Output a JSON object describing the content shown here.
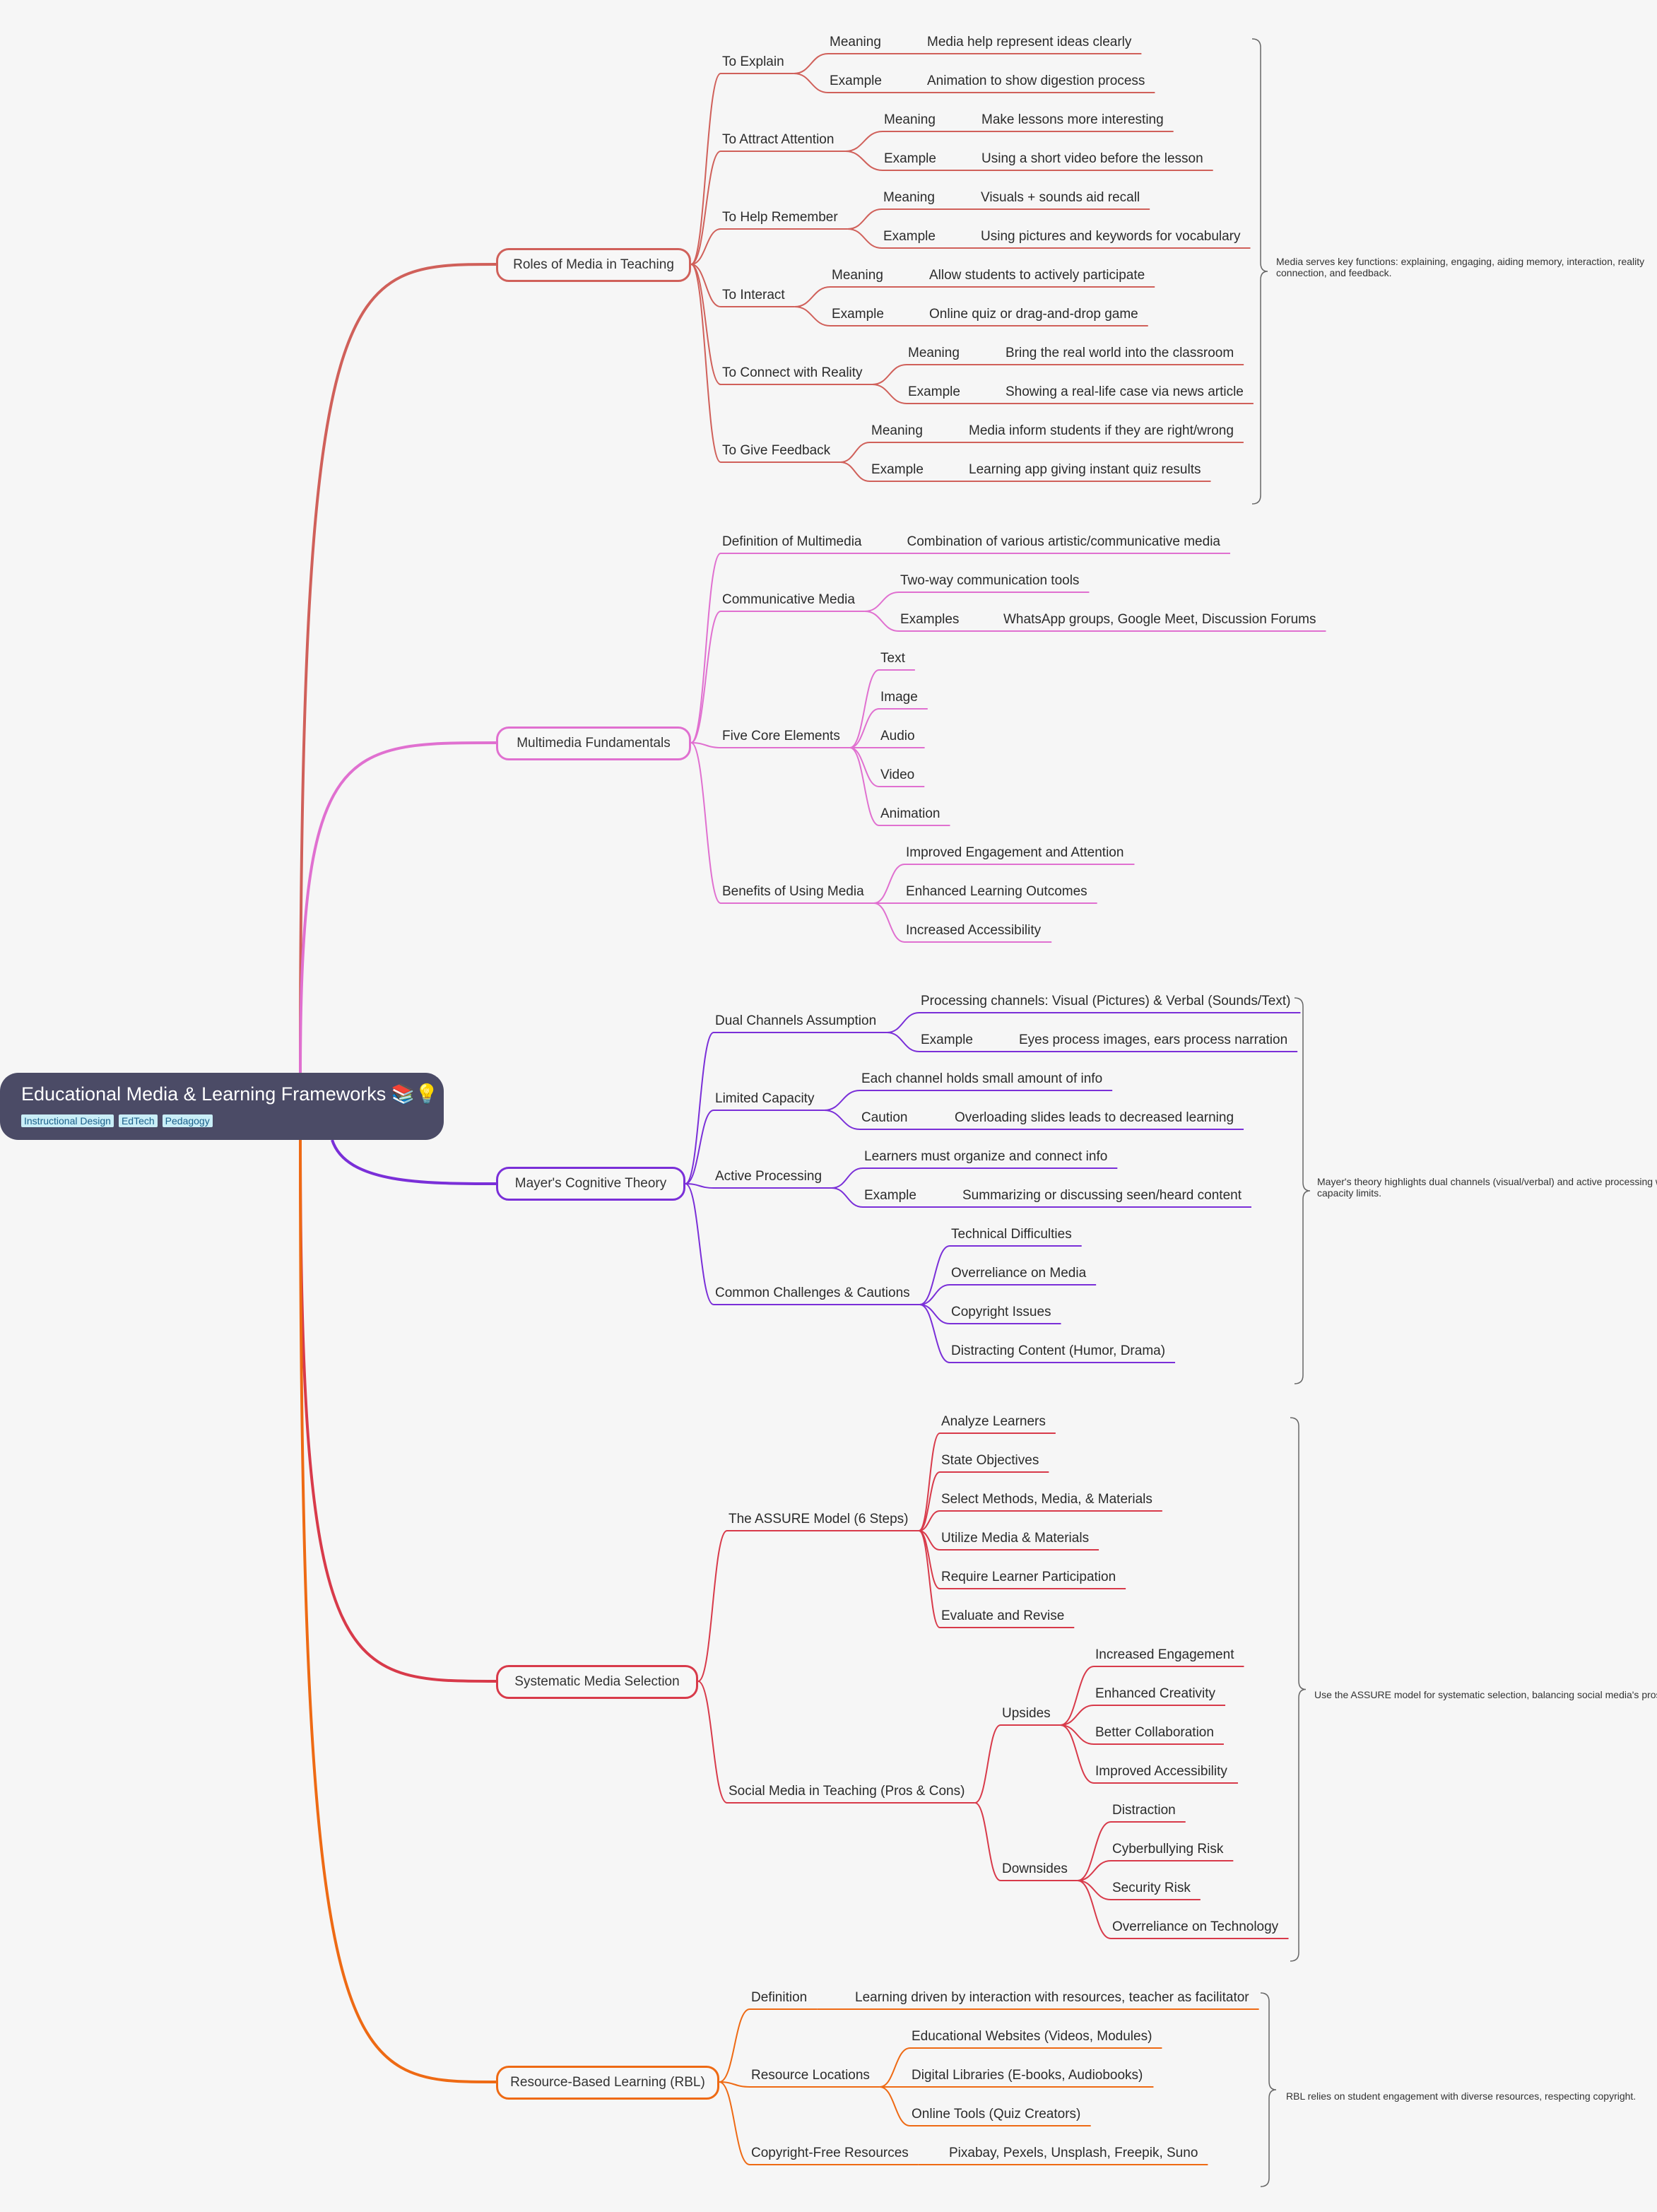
{
  "root": {
    "title": "Educational Media & Learning Frameworks 📚💡",
    "tags": [
      "Instructional Design",
      "EdTech",
      "Pedagogy"
    ]
  },
  "colors": {
    "roles": "#d0605a",
    "multimedia": "#e070d0",
    "mayer": "#7a2fd8",
    "systematic": "#d83a4a",
    "rbl": "#ee6a14"
  },
  "branches": [
    {
      "label": "Roles of Media in Teaching",
      "summary": "Media serves key functions: explaining, engaging, aiding memory, interaction, reality connection, and feedback.",
      "children": [
        {
          "label": "To Explain",
          "children": [
            {
              "label": "Meaning",
              "value": "Media help represent ideas clearly"
            },
            {
              "label": "Example",
              "value": "Animation to show digestion process"
            }
          ]
        },
        {
          "label": "To Attract Attention",
          "children": [
            {
              "label": "Meaning",
              "value": "Make lessons more interesting"
            },
            {
              "label": "Example",
              "value": "Using a short video before the lesson"
            }
          ]
        },
        {
          "label": "To Help Remember",
          "children": [
            {
              "label": "Meaning",
              "value": "Visuals + sounds aid recall"
            },
            {
              "label": "Example",
              "value": "Using pictures and keywords for vocabulary"
            }
          ]
        },
        {
          "label": "To Interact",
          "children": [
            {
              "label": "Meaning",
              "value": "Allow students to actively participate"
            },
            {
              "label": "Example",
              "value": "Online quiz or drag-and-drop game"
            }
          ]
        },
        {
          "label": "To Connect with Reality",
          "children": [
            {
              "label": "Meaning",
              "value": "Bring the real world into the classroom"
            },
            {
              "label": "Example",
              "value": "Showing a real-life case via news article"
            }
          ]
        },
        {
          "label": "To Give Feedback",
          "children": [
            {
              "label": "Meaning",
              "value": "Media inform students if they are right/wrong"
            },
            {
              "label": "Example",
              "value": "Learning app giving instant quiz results"
            }
          ]
        }
      ]
    },
    {
      "label": "Multimedia Fundamentals",
      "children": [
        {
          "label": "Definition of Multimedia",
          "children": [
            {
              "label": "Combination of various artistic/communicative media"
            }
          ]
        },
        {
          "label": "Communicative Media",
          "children": [
            {
              "label": "Two-way communication tools"
            },
            {
              "label": "Examples",
              "value": "WhatsApp groups, Google Meet, Discussion Forums"
            }
          ]
        },
        {
          "label": "Five Core Elements",
          "children": [
            {
              "label": "Text"
            },
            {
              "label": "Image"
            },
            {
              "label": "Audio"
            },
            {
              "label": "Video"
            },
            {
              "label": "Animation"
            }
          ]
        },
        {
          "label": "Benefits of Using Media",
          "children": [
            {
              "label": "Improved Engagement and Attention"
            },
            {
              "label": "Enhanced Learning Outcomes"
            },
            {
              "label": "Increased Accessibility"
            }
          ]
        }
      ]
    },
    {
      "label": "Mayer's Cognitive Theory",
      "summary": "Mayer's theory highlights dual channels (visual/verbal) and active processing within capacity limits.",
      "children": [
        {
          "label": "Dual Channels Assumption",
          "children": [
            {
              "label": "Processing channels: Visual (Pictures) & Verbal (Sounds/Text)"
            },
            {
              "label": "Example",
              "value": "Eyes process images, ears process narration"
            }
          ]
        },
        {
          "label": "Limited Capacity",
          "children": [
            {
              "label": "Each channel holds small amount of info"
            },
            {
              "label": "Caution",
              "value": "Overloading slides leads to decreased learning"
            }
          ]
        },
        {
          "label": "Active Processing",
          "children": [
            {
              "label": "Learners must organize and connect info"
            },
            {
              "label": "Example",
              "value": "Summarizing or discussing seen/heard content"
            }
          ]
        },
        {
          "label": "Common Challenges & Cautions",
          "children": [
            {
              "label": "Technical Difficulties"
            },
            {
              "label": "Overreliance on Media"
            },
            {
              "label": "Copyright Issues"
            },
            {
              "label": "Distracting Content (Humor, Drama)"
            }
          ]
        }
      ]
    },
    {
      "label": "Systematic Media Selection",
      "summary": "Use the ASSURE model for systematic selection, balancing social media's pros and cons.",
      "children": [
        {
          "label": "The ASSURE Model (6 Steps)",
          "children": [
            {
              "label": "Analyze Learners"
            },
            {
              "label": "State Objectives"
            },
            {
              "label": "Select Methods, Media, & Materials"
            },
            {
              "label": "Utilize Media & Materials"
            },
            {
              "label": "Require Learner Participation"
            },
            {
              "label": "Evaluate and Revise"
            }
          ]
        },
        {
          "label": "Social Media in Teaching (Pros & Cons)",
          "children": [
            {
              "label": "Upsides",
              "children": [
                {
                  "label": "Increased Engagement"
                },
                {
                  "label": "Enhanced Creativity"
                },
                {
                  "label": "Better Collaboration"
                },
                {
                  "label": "Improved Accessibility"
                }
              ]
            },
            {
              "label": "Downsides",
              "children": [
                {
                  "label": "Distraction"
                },
                {
                  "label": "Cyberbullying Risk"
                },
                {
                  "label": "Security Risk"
                },
                {
                  "label": "Overreliance on Technology"
                }
              ]
            }
          ]
        }
      ]
    },
    {
      "label": "Resource-Based Learning (RBL)",
      "summary": "RBL relies on student engagement with diverse resources, respecting copyright.",
      "children": [
        {
          "label": "Definition",
          "children": [
            {
              "label": "Learning driven by interaction with resources, teacher as facilitator"
            }
          ]
        },
        {
          "label": "Resource Locations",
          "children": [
            {
              "label": "Educational Websites (Videos, Modules)"
            },
            {
              "label": "Digital Libraries (E-books, Audiobooks)"
            },
            {
              "label": "Online Tools (Quiz Creators)"
            }
          ]
        },
        {
          "label": "Copyright-Free Resources",
          "children": [
            {
              "label": "Pixabay, Pexels, Unsplash, Freepik, Suno"
            }
          ]
        }
      ]
    }
  ]
}
